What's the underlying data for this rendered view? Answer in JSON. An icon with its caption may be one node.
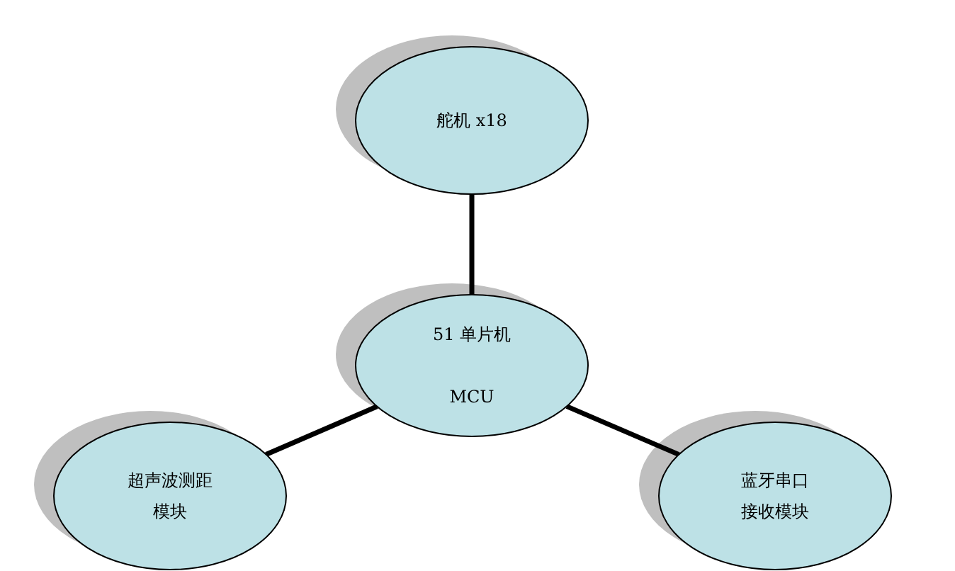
{
  "diagram": {
    "nodes": [
      {
        "text": [
          "舵机 x18"
        ]
      },
      {
        "text": [
          "51 单片机",
          "MCU"
        ]
      },
      {
        "text": [
          "超声波测距模块"
        ]
      },
      {
        "text": [
          "蓝牙串口接收模块"
        ]
      }
    ],
    "edges": [
      {
        "from": 1,
        "to": 0,
        "arrow": "none"
      },
      {
        "from": 1,
        "to": 2,
        "arrow": "none"
      },
      {
        "from": 1,
        "to": 3,
        "arrow": "none"
      }
    ]
  }
}
